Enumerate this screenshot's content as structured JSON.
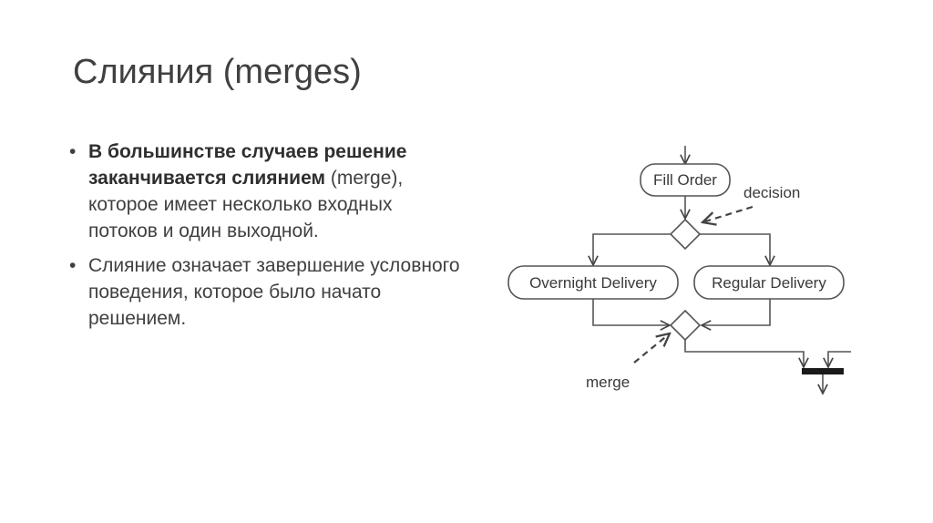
{
  "slide": {
    "title": "Слияния (merges)",
    "bullets": [
      {
        "marker": "•",
        "bold_text": "В большинстве случаев решение заканчивается слиянием",
        "text": " (merge), которое имеет несколько входных потоков и один выходной."
      },
      {
        "marker": "•",
        "text": "Слияние означает завершение условного поведения, которое было начато решением."
      }
    ]
  },
  "diagram": {
    "fill_order_label": "Fill Order",
    "decision_label": "decision",
    "overnight_label": "Overnight Delivery",
    "regular_label": "Regular Delivery",
    "merge_label": "merge"
  }
}
